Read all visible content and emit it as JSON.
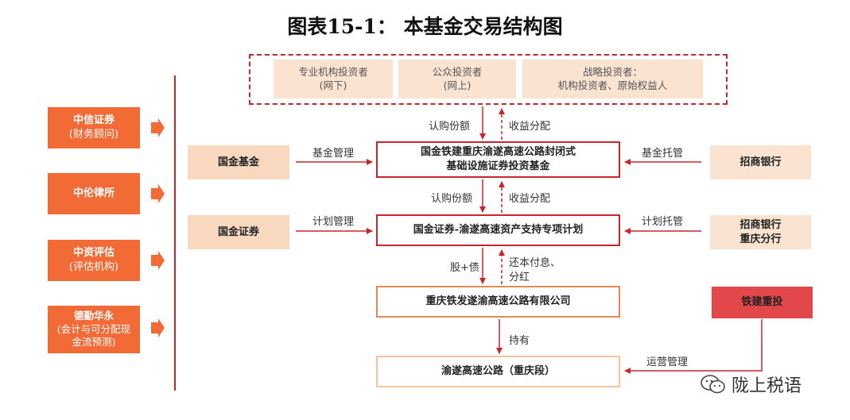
{
  "title": "图表15-1：  本基金交易结构图",
  "investors": [
    {
      "line1": "专业机构投资者",
      "line2": "(网下)"
    },
    {
      "line1": "公众投资者",
      "line2": "(网上)"
    },
    {
      "line1": "战略投资者：",
      "line2": "机构投资者、原始权益人"
    }
  ],
  "advisors": [
    {
      "name": "中信证券",
      "role": "(财务顾问)"
    },
    {
      "name": "中伦律所",
      "role": ""
    },
    {
      "name": "中资评估",
      "role": "(评估机构)"
    },
    {
      "name": "德勤华永",
      "role": "(会计与可分配现金流预测)"
    }
  ],
  "left_entities": {
    "fund_manager": "国金基金",
    "plan_manager": "国金证券"
  },
  "right_entities": {
    "custodian": "招商银行",
    "plan_custodian_line1": "招商银行",
    "plan_custodian_line2": "重庆分行",
    "operator": "铁建重投"
  },
  "center": {
    "fund_line1": "国金铁建重庆渝遂高速公路封闭式",
    "fund_line2": "基础设施证券投资基金",
    "abs_plan": "国金证券-渝遂高速资产支持专项计划",
    "project_company": "重庆铁发遂渝高速公路有限公司",
    "asset": "渝遂高速公路（重庆段）"
  },
  "flows": {
    "subscribe_1": "认购份额",
    "income_1": "收益分配",
    "subscribe_2": "认购份额",
    "income_2": "收益分配",
    "equity_debt": "股+债",
    "repay_line1": "还本付息、",
    "repay_line2": "分红",
    "hold": "持有",
    "fund_management": "基金管理",
    "fund_custody": "基金托管",
    "plan_management": "计划管理",
    "plan_custody": "计划托管",
    "operation_management": "运营管理"
  },
  "watermark": "陇上税语",
  "colors": {
    "advisor_orange": "#f26b36",
    "peach": "#f8d9c0",
    "red_outline": "#c9252c",
    "operator_red": "#e2474a"
  }
}
